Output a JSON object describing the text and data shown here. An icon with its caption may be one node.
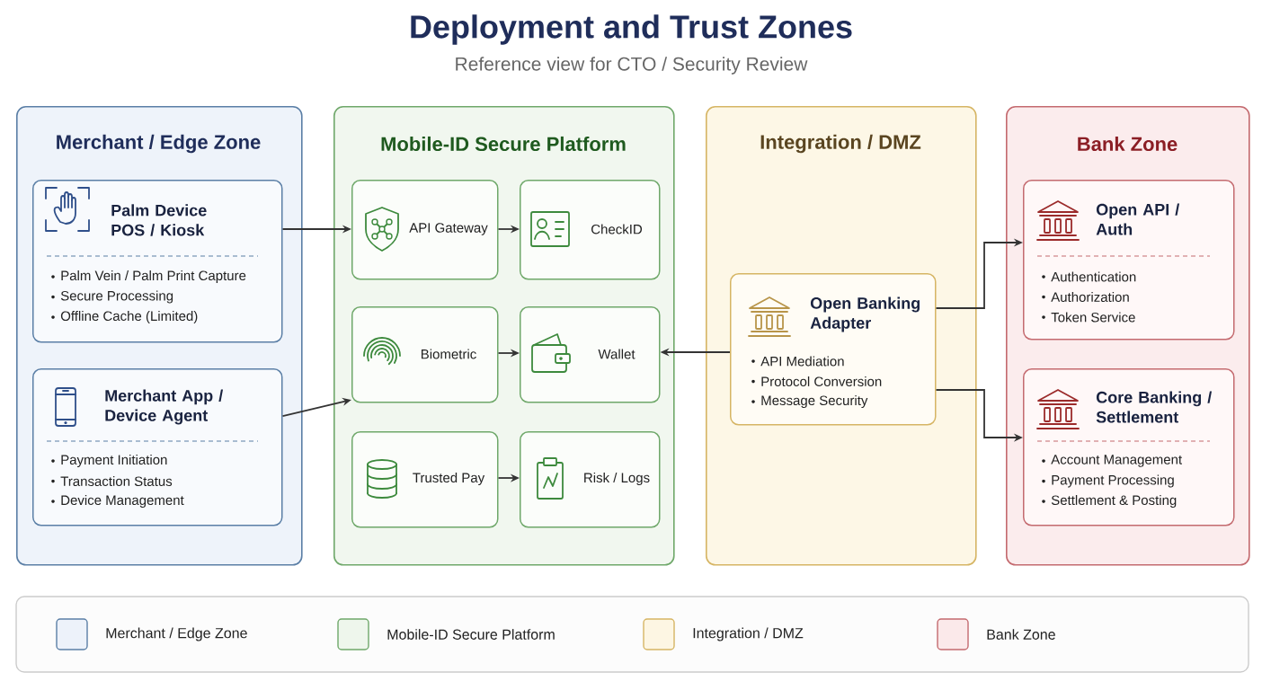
{
  "diagram": {
    "title": "Deployment and Trust Zones",
    "nodes": [
      {
        "text": [
          "Merchant / Edge Zone"
        ]
      },
      {
        "text": [
          "Palm Device POS / Kiosk",
          "Palm Vein / Palm Print Capture",
          "Secure Processing",
          "Offline Cache (Limited)"
        ],
        "in": 0
      },
      {
        "text": [
          "Merchant App / Device Agent",
          "Payment Initiation",
          "Transaction Status",
          "Device Management"
        ],
        "in": 0
      },
      {
        "text": [
          "Mobile-ID Secure Platform"
        ]
      },
      {
        "text": [
          "API Gateway"
        ],
        "in": 3
      },
      {
        "text": [
          "CheckID"
        ],
        "in": 3
      },
      {
        "text": [
          "Biometric"
        ],
        "in": 3
      },
      {
        "text": [
          "Wallet"
        ],
        "in": 3
      },
      {
        "text": [
          "Trusted Pay"
        ],
        "in": 3
      },
      {
        "text": [
          "Risk / Logs"
        ],
        "in": 3
      },
      {
        "text": [
          "Integration / DMZ"
        ]
      },
      {
        "text": [
          "Open Banking Adapter",
          "API Mediation",
          "Protocol Conversion",
          "Message Security"
        ],
        "in": 10
      },
      {
        "text": [
          "Bank Zone"
        ]
      },
      {
        "text": [
          "Open API / Auth",
          "Authentication",
          "Authorization",
          "Token Service"
        ],
        "in": 12
      },
      {
        "text": [
          "Core Banking / Settlement",
          "Account Management",
          "Payment Processing",
          "Settlement & Posting"
        ],
        "in": 12
      }
    ],
    "edges": [
      {
        "from": 1,
        "to": 4,
        "arrow": "to"
      },
      {
        "from": 2,
        "to": 6,
        "arrow": "to"
      },
      {
        "from": 4,
        "to": 5,
        "arrow": "to"
      },
      {
        "from": 6,
        "to": 7,
        "arrow": "to"
      },
      {
        "from": 8,
        "to": 9,
        "arrow": "to"
      },
      {
        "from": 11,
        "to": 7,
        "arrow": "to"
      },
      {
        "from": 11,
        "to": 13,
        "arrow": "to"
      },
      {
        "from": 11,
        "to": 14,
        "arrow": "to"
      }
    ],
    "labels": [
      "Reference view for CTO / Security Review"
    ],
    "legend": [
      {
        "text": "Merchant / Edge Zone",
        "color": "#edf2fa"
      },
      {
        "text": "Mobile-ID Secure Platform",
        "color": "#eef6ec"
      },
      {
        "text": "Integration / DMZ",
        "color": "#fdf6e3"
      },
      {
        "text": "Bank Zone",
        "color": "#fbe9ea"
      }
    ]
  }
}
